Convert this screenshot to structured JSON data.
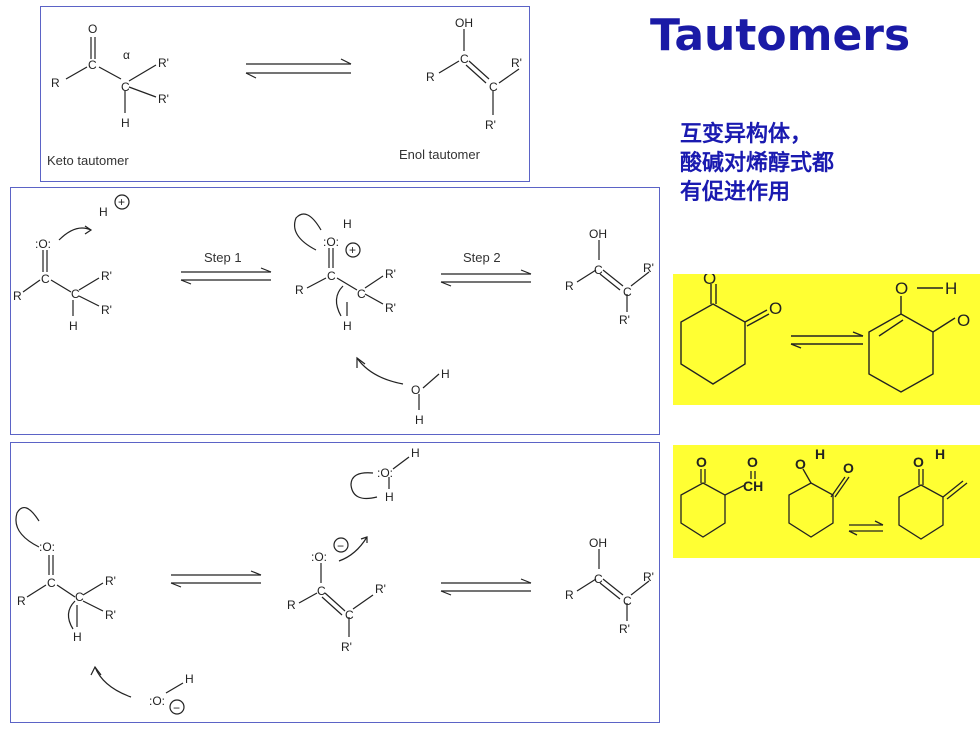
{
  "slide": {
    "title": "Tautomers",
    "cn_lines": [
      "互变异构体，",
      "酸碱对烯醇式都",
      "有促进作用"
    ]
  },
  "panel1": {
    "keto_label": "Keto tautomer",
    "enol_label": "Enol tautomer",
    "atoms": {
      "O": "O",
      "C": "C",
      "R": "R",
      "Rp": "R'",
      "H": "H",
      "OH": "OH",
      "alpha": "α"
    }
  },
  "panel2": {
    "step1": "Step 1",
    "step2": "Step 2",
    "plus": "+",
    "lp_O": ":O:",
    "O": "O",
    "H": "H",
    "C": "C",
    "R": "R",
    "Rp": "R'",
    "OH": "OH",
    "water": "O"
  },
  "panel3": {
    "lp_O": ":O:",
    "O": "O",
    "H": "H",
    "C": "C",
    "R": "R",
    "Rp": "R'",
    "OH": "OH",
    "minus": "−"
  },
  "yellow1": {
    "O1": "O",
    "O2": "O",
    "O3": "O",
    "H": "H",
    "O4": "O"
  },
  "yellow2": {
    "O1": "O",
    "CH": "CH",
    "O2": "O",
    "H1": "H",
    "O3": "O",
    "O4": "O",
    "H2": "H",
    "O5": "O"
  },
  "colors": {
    "title": "#1a1aa6",
    "panel_border": "#5b63c6",
    "highlight": "#ffff33"
  }
}
